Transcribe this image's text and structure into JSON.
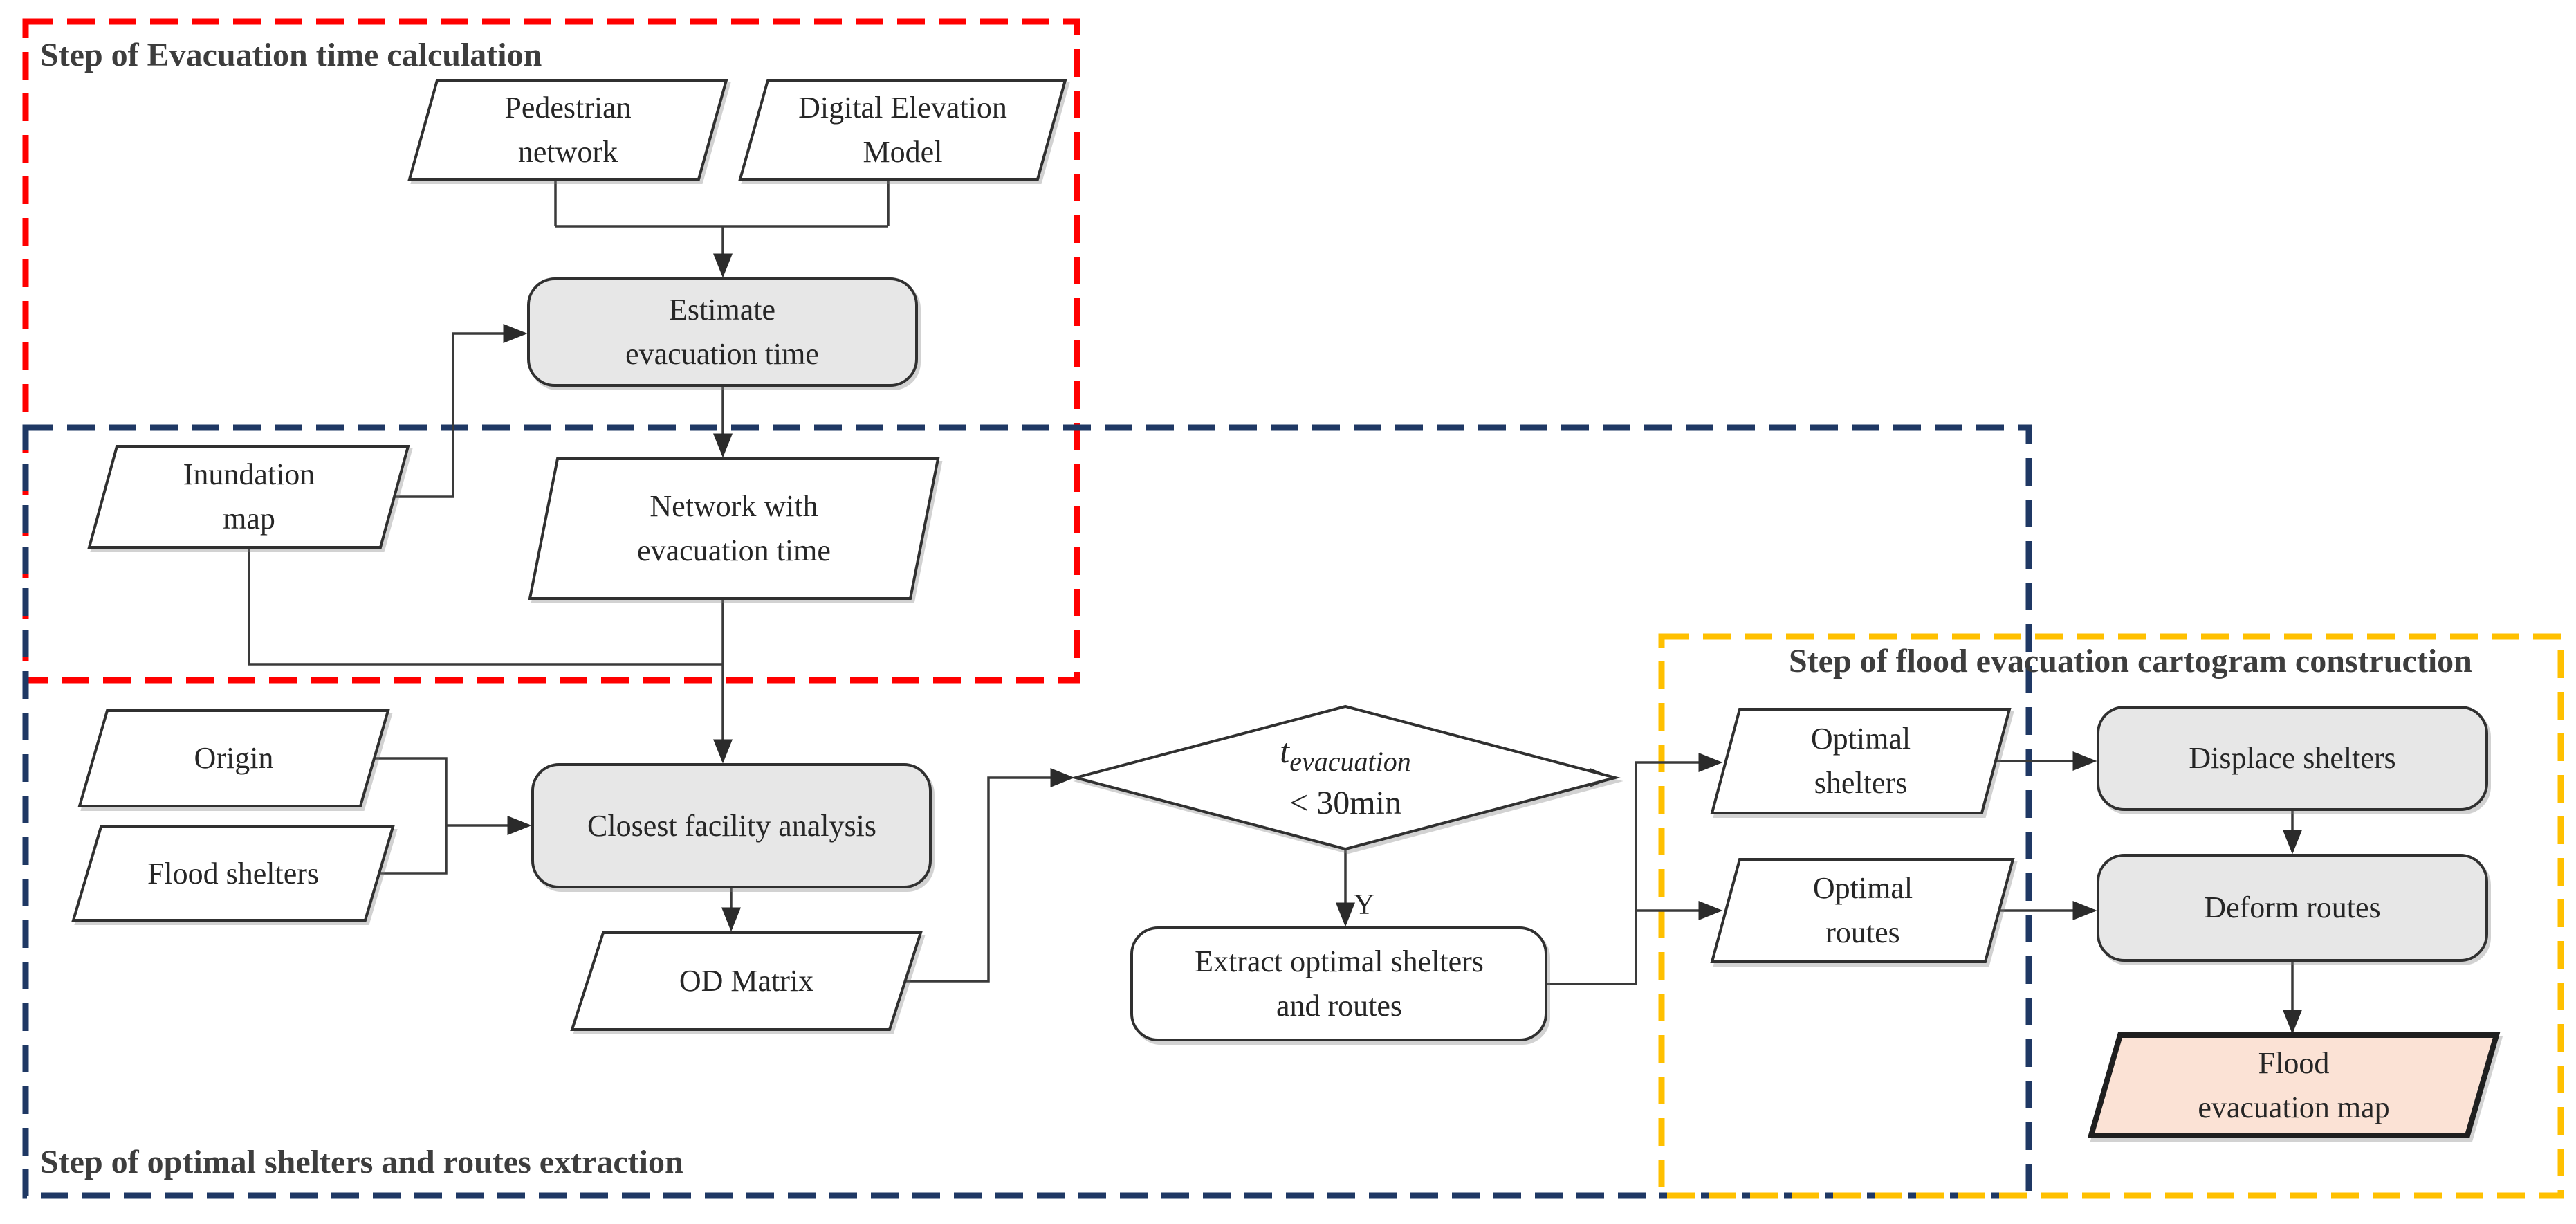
{
  "figure": {
    "sections": {
      "evacuation_time": {
        "title": "Step of Evacuation time calculation",
        "color": "#FF0000"
      },
      "shelters_routes": {
        "title": "Step of optimal shelters and routes extraction",
        "color": "#1F3864"
      },
      "cartogram": {
        "title": "Step of flood evacuation cartogram construction",
        "color": "#FFC000"
      }
    },
    "nodes": {
      "pedestrian_network": {
        "type": "data",
        "lines": [
          "Pedestrian",
          "network"
        ]
      },
      "digital_elevation_model": {
        "type": "data",
        "lines": [
          "Digital Elevation",
          "Model"
        ]
      },
      "estimate_evacuation_time": {
        "type": "process",
        "lines": [
          "Estimate",
          "evacuation time"
        ]
      },
      "inundation_map": {
        "type": "data",
        "lines": [
          "Inundation",
          "map"
        ]
      },
      "network_with_evacuation_time": {
        "type": "data",
        "lines": [
          "Network with",
          "evacuation time"
        ]
      },
      "origin": {
        "type": "data",
        "lines": [
          "Origin"
        ]
      },
      "flood_shelters": {
        "type": "data",
        "lines": [
          "Flood shelters"
        ]
      },
      "closest_facility_analysis": {
        "type": "process",
        "lines": [
          "Closest facility analysis"
        ]
      },
      "od_matrix": {
        "type": "data",
        "lines": [
          "OD Matrix"
        ]
      },
      "decision_evacuation_time": {
        "type": "decision",
        "variable": "t",
        "subscript": "evacuation",
        "condition": "< 30min"
      },
      "extract_optimal": {
        "type": "process",
        "lines": [
          "Extract optimal shelters",
          "and routes"
        ]
      },
      "optimal_shelters": {
        "type": "data",
        "lines": [
          "Optimal",
          "shelters"
        ]
      },
      "optimal_routes": {
        "type": "data",
        "lines": [
          "Optimal",
          "routes"
        ]
      },
      "displace_shelters": {
        "type": "process",
        "lines": [
          "Displace shelters"
        ]
      },
      "deform_routes": {
        "type": "process",
        "lines": [
          "Deform routes"
        ]
      },
      "flood_evacuation_map": {
        "type": "output",
        "lines": [
          "Flood",
          "evacuation map"
        ]
      }
    },
    "edge_labels": {
      "decision_yes": "Y"
    },
    "colors": {
      "section_red": "#FF0000",
      "section_navy": "#1F3864",
      "section_yellow": "#FFC000",
      "process_fill": "#E7E7E7",
      "data_fill": "#FFFFFF",
      "output_fill": "#FBE2D5",
      "connector": "#3A3A3A",
      "text": "#262626"
    }
  }
}
